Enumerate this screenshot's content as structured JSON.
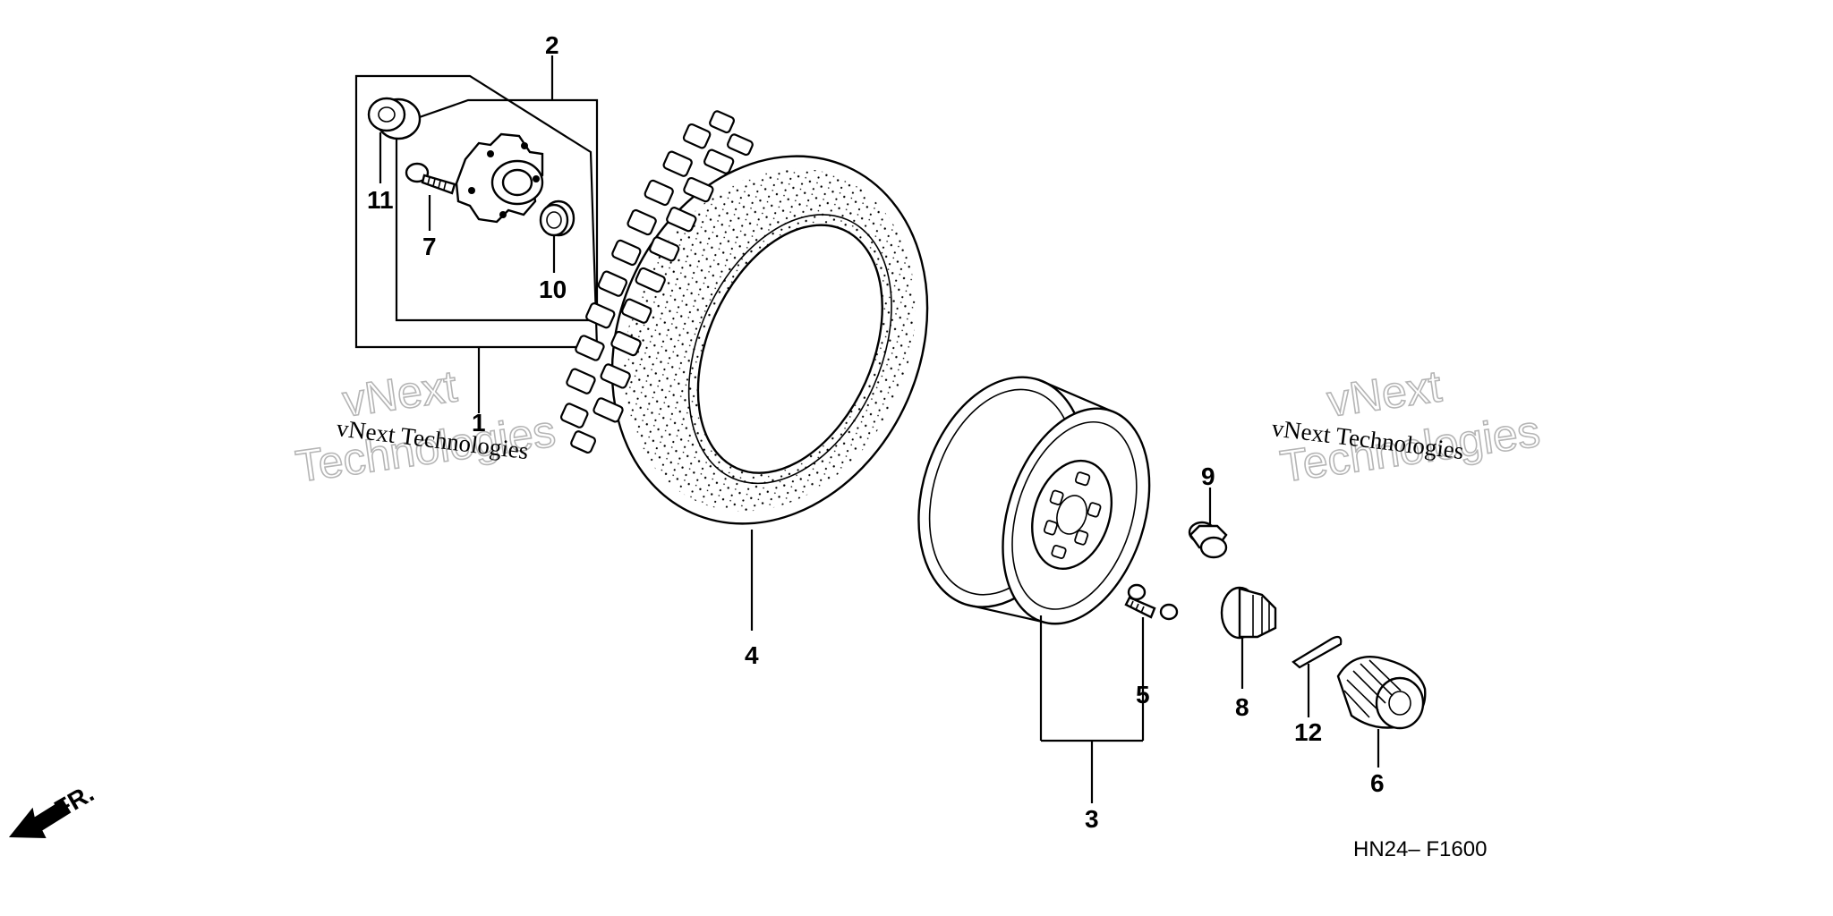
{
  "callouts": {
    "c1": "1",
    "c2": "2",
    "c3": "3",
    "c4": "4",
    "c5": "5",
    "c6": "6",
    "c7": "7",
    "c8": "8",
    "c9": "9",
    "c10": "10",
    "c11": "11",
    "c12": "12"
  },
  "front_indicator": "FR.",
  "diagram_code": "HN24– F1600",
  "watermarks": {
    "left_brand": "vNext Technologies",
    "left_big_1": "vNext",
    "left_big_2": "Technologies",
    "right_brand": "vNext Technologies",
    "right_big_1": "vNext",
    "right_big_2": "Technologies"
  }
}
